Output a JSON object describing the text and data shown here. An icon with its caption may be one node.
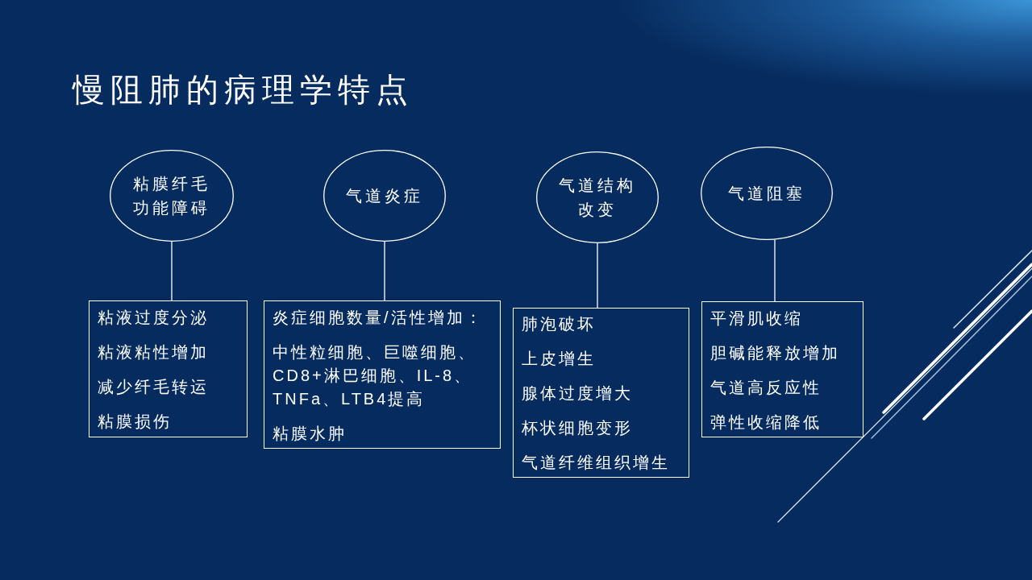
{
  "diagram": {
    "title": "慢阻肺的病理学特点",
    "nodes": [
      {
        "text": [
          "粘膜纤毛功能障碍"
        ]
      },
      {
        "text": [
          "气道炎症"
        ]
      },
      {
        "text": [
          "气道结构改变"
        ]
      },
      {
        "text": [
          "气道阻塞"
        ]
      },
      {
        "text": [
          "粘液过度分泌",
          "粘液粘性增加",
          "减少纤毛转运",
          "粘膜损伤"
        ]
      },
      {
        "text": [
          "炎症细胞数量/活性增加：",
          "中性粒细胞、巨噬细胞、CD8+淋巴细胞、IL-8、TNFa、LTB4提高",
          "粘膜水肿"
        ]
      },
      {
        "text": [
          "肺泡破坏",
          "上皮增生",
          "腺体过度增大",
          "杯状细胞变形",
          "气道纤维组织增生"
        ]
      },
      {
        "text": [
          "平滑肌收缩",
          "胆碱能释放增加",
          "气道高反应性",
          "弹性收缩降低"
        ]
      }
    ],
    "edges": [
      {
        "from": 0,
        "to": 4,
        "arrow": "none"
      },
      {
        "from": 1,
        "to": 5,
        "arrow": "none"
      },
      {
        "from": 2,
        "to": 6,
        "arrow": "none"
      },
      {
        "from": 3,
        "to": 7,
        "arrow": "none"
      }
    ]
  }
}
